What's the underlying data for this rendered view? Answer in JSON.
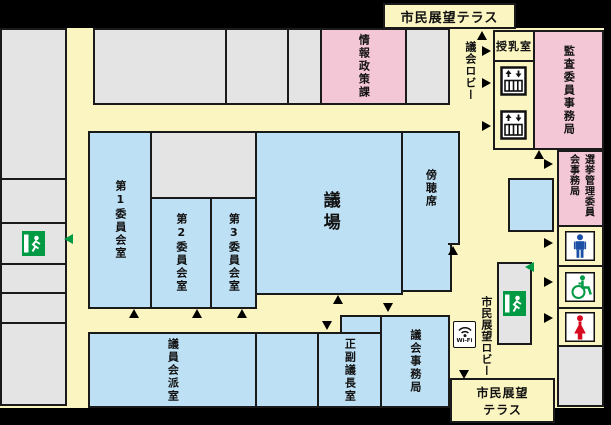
{
  "rooms": {
    "joho_seisaku": "情報政策課",
    "junyushitsu": "授乳室",
    "kansa_iin_jimukyoku": "監査委員事務局",
    "senkyo_kanri_iinkai_jimukyoku": "選挙管理委員会事務局",
    "dai1_iinkaishitsu": "第1委員会室",
    "dai2_iinkaishitsu": "第2委員会室",
    "dai3_iinkaishitsu": "第3委員会室",
    "gijo": "議場",
    "bochoseki": "傍聴席",
    "giin_kaihashitsu": "議員会派室",
    "seifuku_gichoshitsu": "正副議長室",
    "gikai_jimukyoku": "議会事務局"
  },
  "corridors": {
    "gikai_lobby": "議会ロビー",
    "shimin_tenbo_lobby": "市民展望ロビー"
  },
  "terrace": {
    "top_label": "市民展望テラス",
    "bottom_line1": "市民展望",
    "bottom_line2": "テラス"
  },
  "wifi_label": "Wi-Fi",
  "icons": {
    "elevator": "elevator-icon",
    "emergency_exit": "emergency-exit-icon",
    "mens_toilet": "mens-toilet-icon",
    "accessible_toilet": "accessible-toilet-icon",
    "womens_toilet": "womens-toilet-icon",
    "wifi": "wifi-icon",
    "entrance_marker": "entrance-triangle",
    "exit_direction_marker": "green-exit-triangle"
  },
  "colors": {
    "outside": "#000000",
    "floor": "#FBF5C1",
    "room_gray": "#E4E4E4",
    "room_pink": "#F3C7D6",
    "room_blue": "#BEE0F4",
    "outline": "#1A1A1A",
    "exit_green": "#009944",
    "men_blue": "#1C50A5",
    "women_red": "#D60B20"
  }
}
